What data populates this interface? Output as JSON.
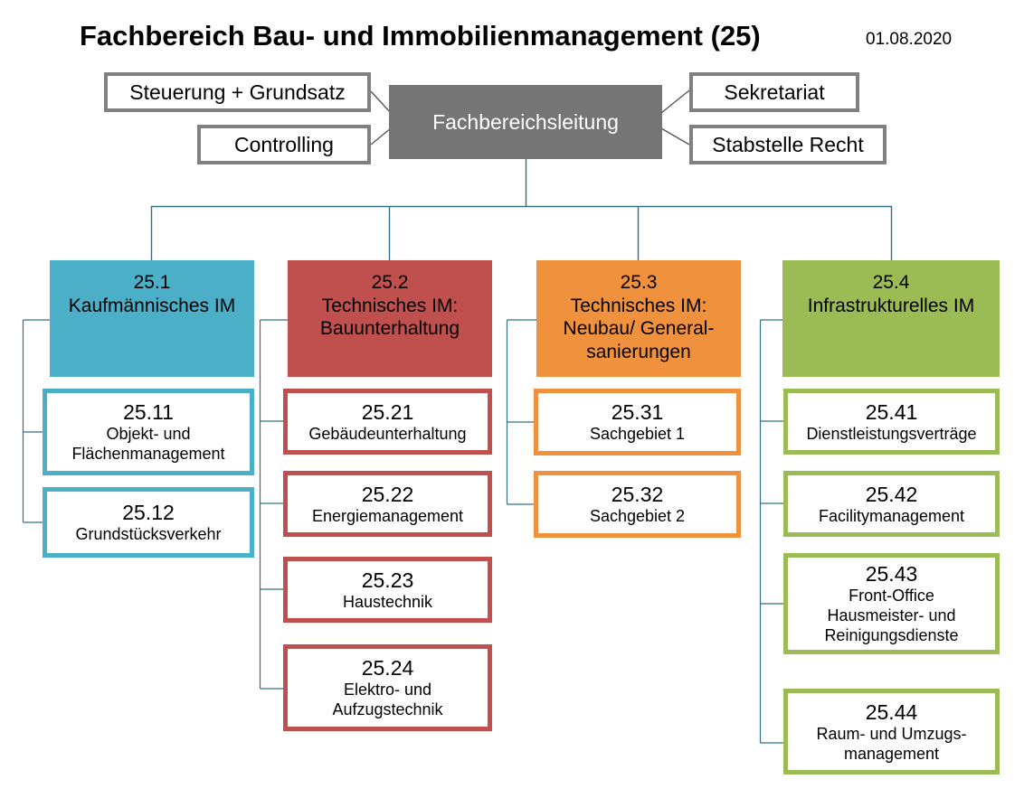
{
  "header": {
    "title": "Fachbereich Bau- und Immobilienmanagement (25)",
    "date": "01.08.2020"
  },
  "leadership": {
    "label": "Fachbereichsleitung"
  },
  "staff_left": [
    {
      "label": "Steuerung + Grundsatz"
    },
    {
      "label": "Controlling"
    }
  ],
  "staff_right": [
    {
      "label": "Sekretariat"
    },
    {
      "label": "Stabstelle Recht"
    }
  ],
  "colors": {
    "blue": "#4BAFC8",
    "red": "#C0504D",
    "orange": "#F0913E",
    "green": "#9BBB54",
    "leader_grey": "#757575",
    "staff_border": "#808080",
    "connector": "#31708A"
  },
  "departments": [
    {
      "number": "25.1",
      "name": "Kaufmännisches IM",
      "color": "blue",
      "children": [
        {
          "number": "25.11",
          "name": "Objekt- und\nFlächenmanagement"
        },
        {
          "number": "25.12",
          "name": "Grundstücksverkehr"
        }
      ]
    },
    {
      "number": "25.2",
      "name": "Technisches IM:\nBauunterhaltung",
      "color": "red",
      "children": [
        {
          "number": "25.21",
          "name": "Gebäudeunterhaltung"
        },
        {
          "number": "25.22",
          "name": "Energiemanagement"
        },
        {
          "number": "25.23",
          "name": "Haustechnik"
        },
        {
          "number": "25.24",
          "name": "Elektro- und\nAufzugstechnik"
        }
      ]
    },
    {
      "number": "25.3",
      "name": "Technisches IM:\nNeubau/ General-\nsanierungen",
      "color": "orange",
      "children": [
        {
          "number": "25.31",
          "name": "Sachgebiet 1"
        },
        {
          "number": "25.32",
          "name": "Sachgebiet 2"
        }
      ]
    },
    {
      "number": "25.4",
      "name": "Infrastrukturelles IM",
      "color": "green",
      "children": [
        {
          "number": "25.41",
          "name": "Dienstleistungsverträge"
        },
        {
          "number": "25.42",
          "name": "Facilitymanagement"
        },
        {
          "number": "25.43",
          "name": "Front-Office\nHausmeister- und\nReinigungsdienste"
        },
        {
          "number": "25.44",
          "name": "Raum- und Umzugs-\nmanagement"
        }
      ]
    }
  ]
}
